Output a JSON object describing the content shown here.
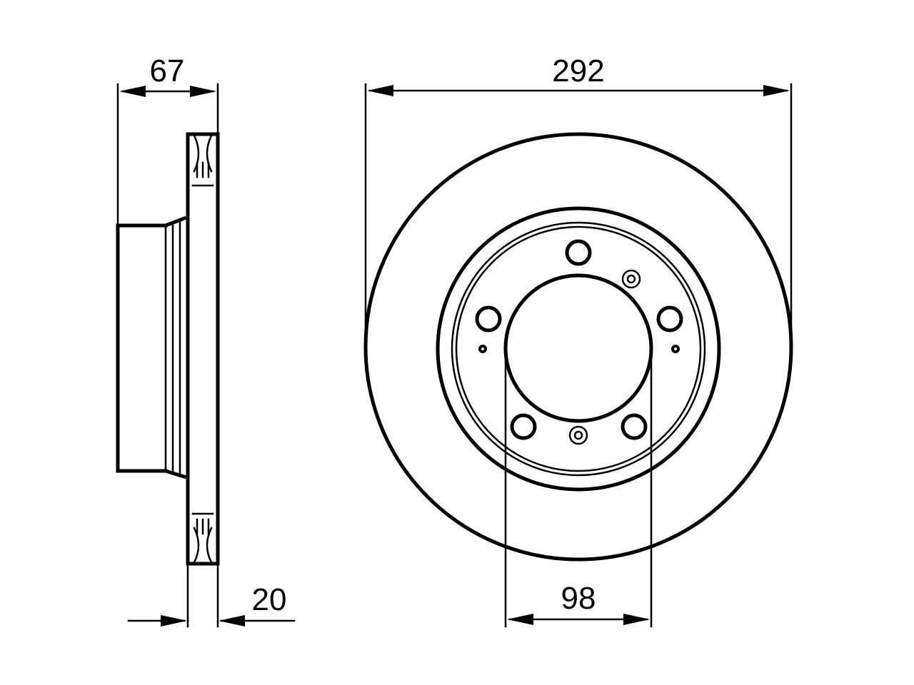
{
  "dimensions": {
    "hub_height": "67",
    "outer_diameter": "292",
    "disc_thickness": "20",
    "centre_bore": "98"
  },
  "colors": {
    "line": "#000000",
    "background": "#ffffff"
  }
}
